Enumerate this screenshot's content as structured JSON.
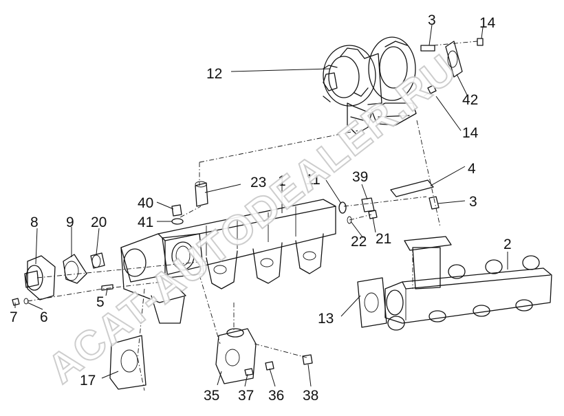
{
  "diagram": {
    "labels": {
      "p12": "12",
      "p3a": "3",
      "p14a": "14",
      "p42": "42",
      "p14b": "14",
      "p4": "4",
      "p3b": "3",
      "p39": "39",
      "p11": "11",
      "p23": "23",
      "p1": "1",
      "p22": "22",
      "p21": "21",
      "p40": "40",
      "p41": "41",
      "p8": "8",
      "p9": "9",
      "p20": "20",
      "p5": "5",
      "p7": "7",
      "p6": "6",
      "p2": "2",
      "p13": "13",
      "p17": "17",
      "p35": "35",
      "p37": "37",
      "p36": "36",
      "p38": "38"
    },
    "watermark": "ACAT-AUTODEALER.RU"
  },
  "colors": {
    "line": "#111111",
    "watermark_stroke": "#c8c8c8",
    "background": "#ffffff"
  }
}
